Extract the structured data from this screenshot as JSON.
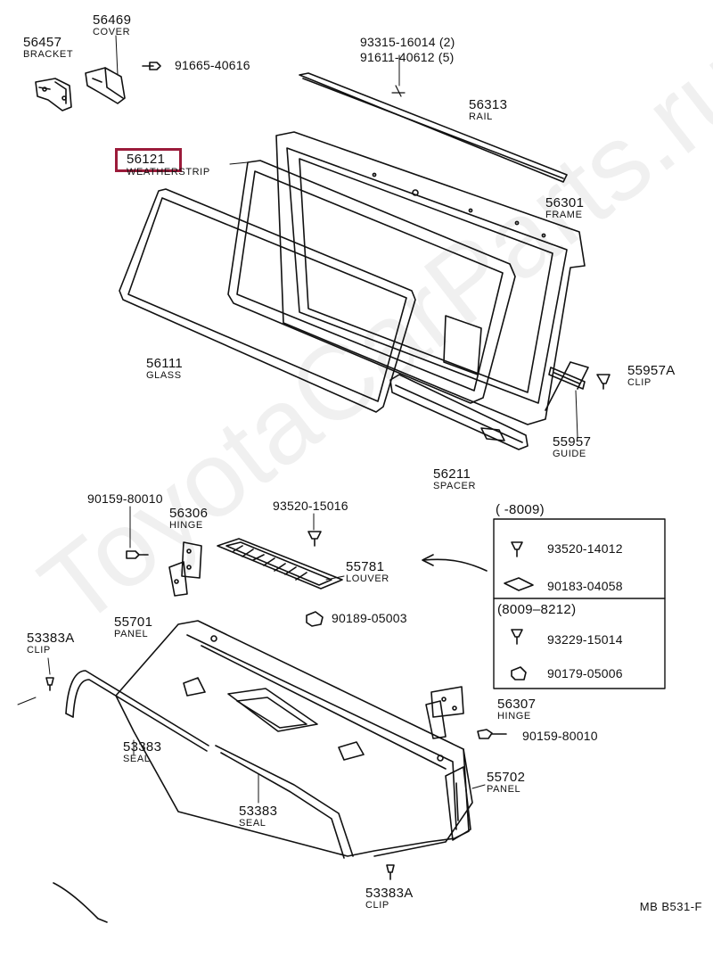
{
  "watermark": "ToyotaCarParts.ru",
  "highlight_part": "56121",
  "parts": {
    "p56457": {
      "num": "56457",
      "name": "BRACKET"
    },
    "p56469": {
      "num": "56469",
      "name": "COVER"
    },
    "p91665": {
      "num": "91665-40616"
    },
    "p93315": {
      "num": "93315-16014 (2)"
    },
    "p91611": {
      "num": "91611-40612 (5)"
    },
    "p56313": {
      "num": "56313",
      "name": "RAIL"
    },
    "p56121": {
      "num": "56121",
      "name": "WEATHERSTRIP"
    },
    "p56301": {
      "num": "56301",
      "name": "FRAME"
    },
    "p56111": {
      "num": "56111",
      "name": "GLASS"
    },
    "p55957A": {
      "num": "55957A",
      "name": "CLIP"
    },
    "p55957": {
      "num": "55957",
      "name": "GUIDE"
    },
    "p56211": {
      "num": "56211",
      "name": "SPACER"
    },
    "p90159a": {
      "num": "90159-80010"
    },
    "p56306": {
      "num": "56306",
      "name": "HINGE"
    },
    "p93520": {
      "num": "93520-15016"
    },
    "p55781": {
      "num": "55781",
      "name": "LOUVER"
    },
    "p90189": {
      "num": "90189-05003"
    },
    "p53383Aa": {
      "num": "53383A",
      "name": "CLIP"
    },
    "p55701": {
      "num": "55701",
      "name": "PANEL"
    },
    "p53383a": {
      "num": "53383",
      "name": "SEAL"
    },
    "p53383b": {
      "num": "53383",
      "name": "SEAL"
    },
    "p56307": {
      "num": "56307",
      "name": "HINGE"
    },
    "p90159b": {
      "num": "90159-80010"
    },
    "p55702": {
      "num": "55702",
      "name": "PANEL"
    },
    "p53383Ab": {
      "num": "53383A",
      "name": "CLIP"
    }
  },
  "legend": {
    "range1": "(       -8009)",
    "range1_items": [
      "93520-14012",
      "90183-04058"
    ],
    "range2": "(8009–8212)",
    "range2_items": [
      "93229-15014",
      "90179-05006"
    ]
  },
  "footer": "MB  B531-F"
}
